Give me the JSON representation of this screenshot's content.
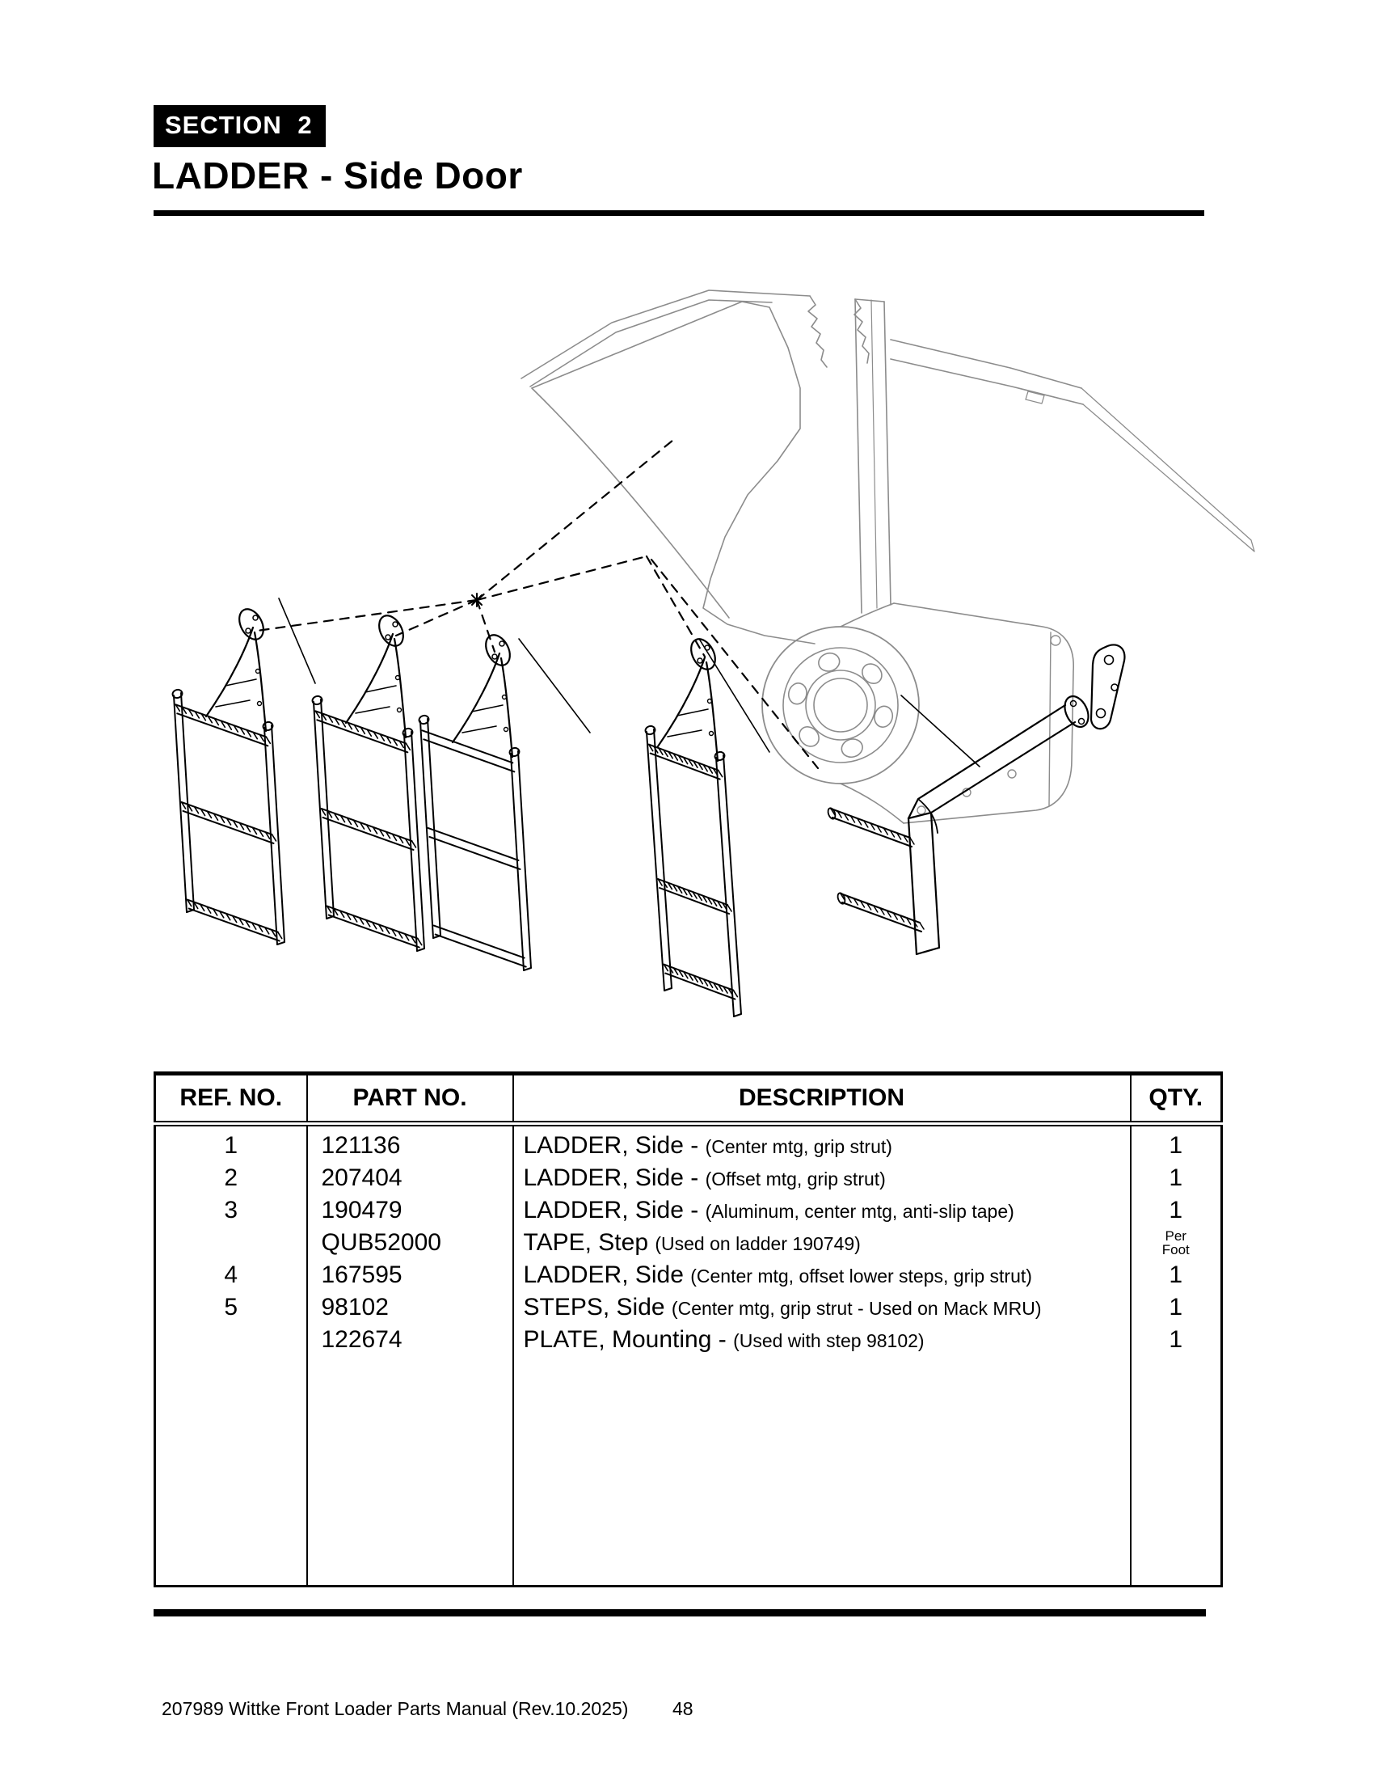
{
  "header": {
    "section_label": "SECTION 2",
    "title": "LADDER - Side Door"
  },
  "colors": {
    "ink": "#000000",
    "truck_line": "#8c8c8c",
    "badge_bg": "#000000",
    "badge_text": "#ffffff"
  },
  "table": {
    "columns": [
      "REF. NO.",
      "PART NO.",
      "DESCRIPTION",
      "QTY."
    ],
    "rows": [
      {
        "ref": "1",
        "part": "121136",
        "desc": "LADDER, Side -",
        "note": "(Center mtg, grip strut)",
        "qty": "1"
      },
      {
        "ref": "2",
        "part": "207404",
        "desc": "LADDER, Side -",
        "note": "(Offset mtg, grip strut)",
        "qty": "1"
      },
      {
        "ref": "3",
        "part": "190479",
        "desc": "LADDER, Side -",
        "note": "(Aluminum, center mtg, anti-slip tape)",
        "qty": "1"
      },
      {
        "ref": "",
        "part": "QUB52000",
        "desc": "TAPE, Step",
        "note": "(Used on ladder 190749)",
        "qty": "Per Foot",
        "qty_small": true
      },
      {
        "ref": "4",
        "part": "167595",
        "desc": "LADDER, Side",
        "note": "(Center mtg, offset lower steps, grip strut)",
        "qty": "1"
      },
      {
        "ref": "5",
        "part": "98102",
        "desc": "STEPS, Side",
        "note": "(Center mtg, grip strut - Used on Mack MRU)",
        "qty": "1"
      },
      {
        "ref": "",
        "part": "122674",
        "desc": "PLATE, Mounting -",
        "note": "(Used with step 98102)",
        "qty": "1"
      }
    ]
  },
  "footer": {
    "left": "207989 Wittke Front Loader Parts Manual (Rev.10.2025)",
    "page": "48"
  }
}
